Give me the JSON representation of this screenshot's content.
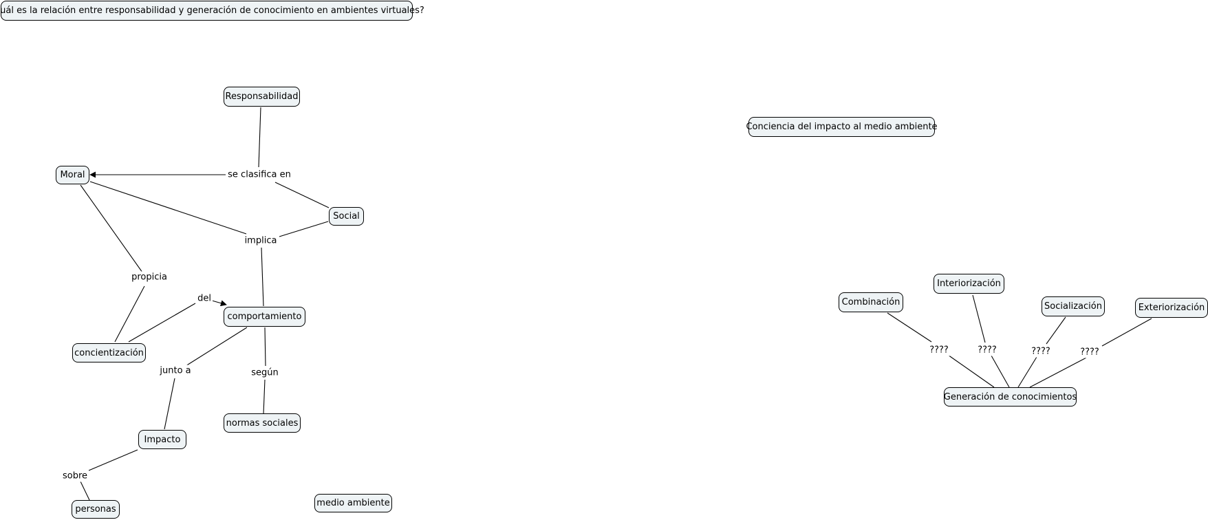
{
  "question": "¿Cuál es la relación entre responsabilidad y generación de conocimiento en ambientes virtuales?",
  "concepts": {
    "responsabilidad": "Responsabilidad",
    "moral": "Moral",
    "social": "Social",
    "comportamiento": "comportamiento",
    "concientizacion": "concientización",
    "impacto": "Impacto",
    "normas_sociales": "normas sociales",
    "personas": "personas",
    "medio_ambiente": "medio ambiente",
    "conciencia": "Conciencia del impacto al medio ambiente",
    "combinacion": "Combinación",
    "interiorizacion": "Interiorización",
    "socializacion": "Socialización",
    "exteriorizacion": "Exteriorización",
    "generacion": "Generación de conocimientos"
  },
  "linking_phrases": {
    "se_clasifica_en": "se clasifica en",
    "implica": "implica",
    "propicia": "propicia",
    "del": "del",
    "junto_a": "junto a",
    "segun": "según",
    "sobre": "sobre",
    "q1": "????",
    "q2": "????",
    "q3": "????",
    "q4": "????"
  },
  "colors": {
    "concept_fill": "#eef3f5",
    "concept_border": "#000000",
    "line": "#000000",
    "background": "#ffffff"
  }
}
